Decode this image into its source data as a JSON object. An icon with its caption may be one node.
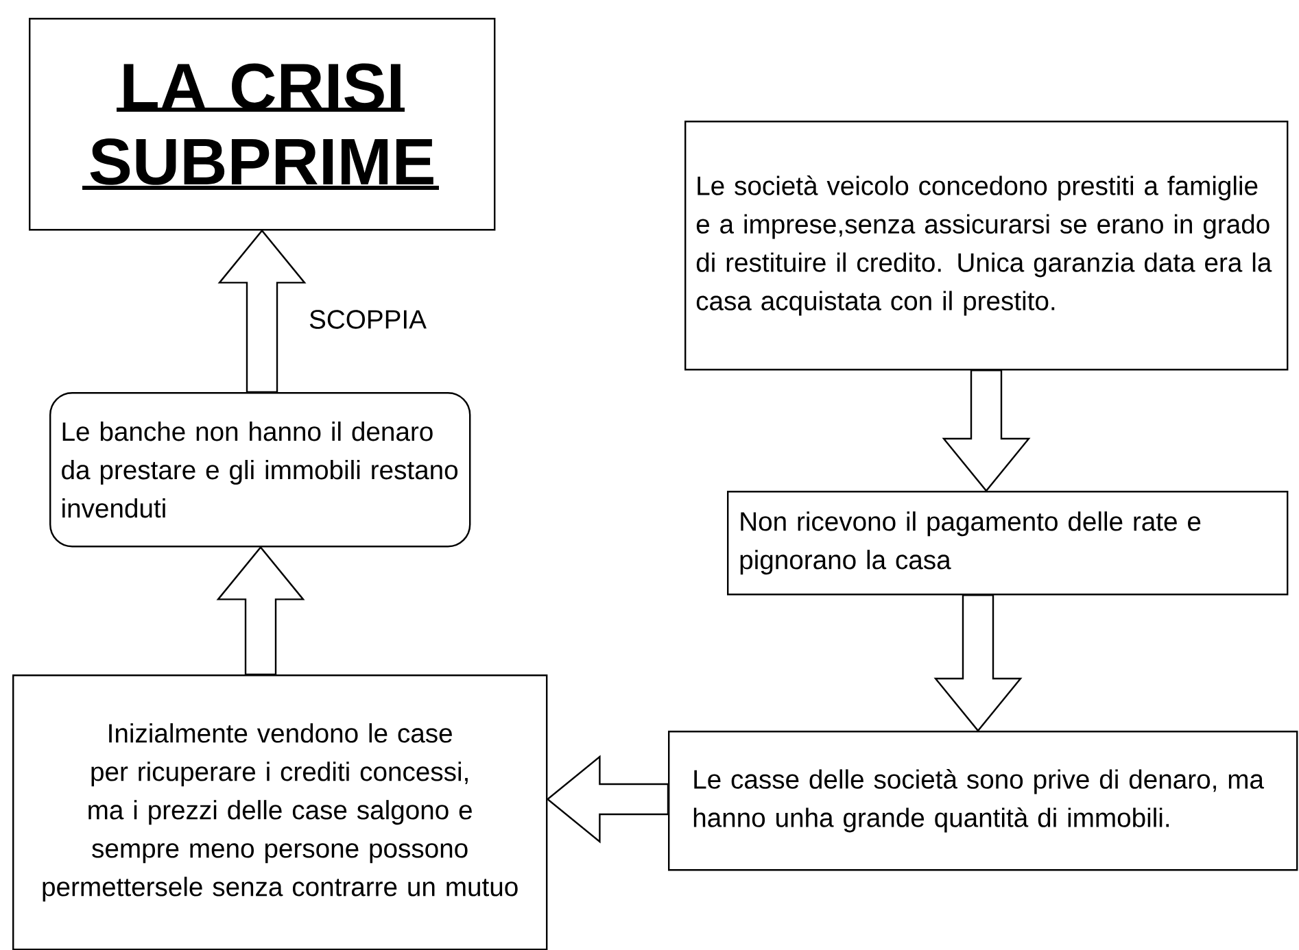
{
  "diagram": {
    "nodes": [
      {
        "text": [
          "LA CRISI SUBPRIME"
        ]
      },
      {
        "text": [
          "Le banche non hanno il denaro da prestare e gli immobili restano invenduti"
        ]
      },
      {
        "text": [
          "Le società veicolo concedono prestiti a famiglie e a imprese,senza assicurarsi se erano in grado di restituire il credito. Unica garanzia data era la casa acquistata con il prestito."
        ]
      },
      {
        "text": [
          "Non ricevono il pagamento delle rate e pignorano la casa"
        ]
      },
      {
        "text": [
          "Le casse delle società sono prive di denaro, ma hanno unha grande quantità di immobili."
        ]
      },
      {
        "text": [
          "Inizialmente vendono le case per ricuperare i crediti concessi, ma i prezzi delle case salgono e sempre meno persone possono permettersele senza contrarre un mutuo"
        ]
      }
    ],
    "edges": [
      {
        "from": 2,
        "to": 3,
        "arrow": "to"
      },
      {
        "from": 3,
        "to": 4,
        "arrow": "to"
      },
      {
        "from": 4,
        "to": 5,
        "arrow": "to"
      },
      {
        "from": 5,
        "to": 1,
        "arrow": "to"
      },
      {
        "from": 1,
        "to": 0,
        "arrow": "to",
        "label": "SCOPPIA"
      }
    ]
  }
}
